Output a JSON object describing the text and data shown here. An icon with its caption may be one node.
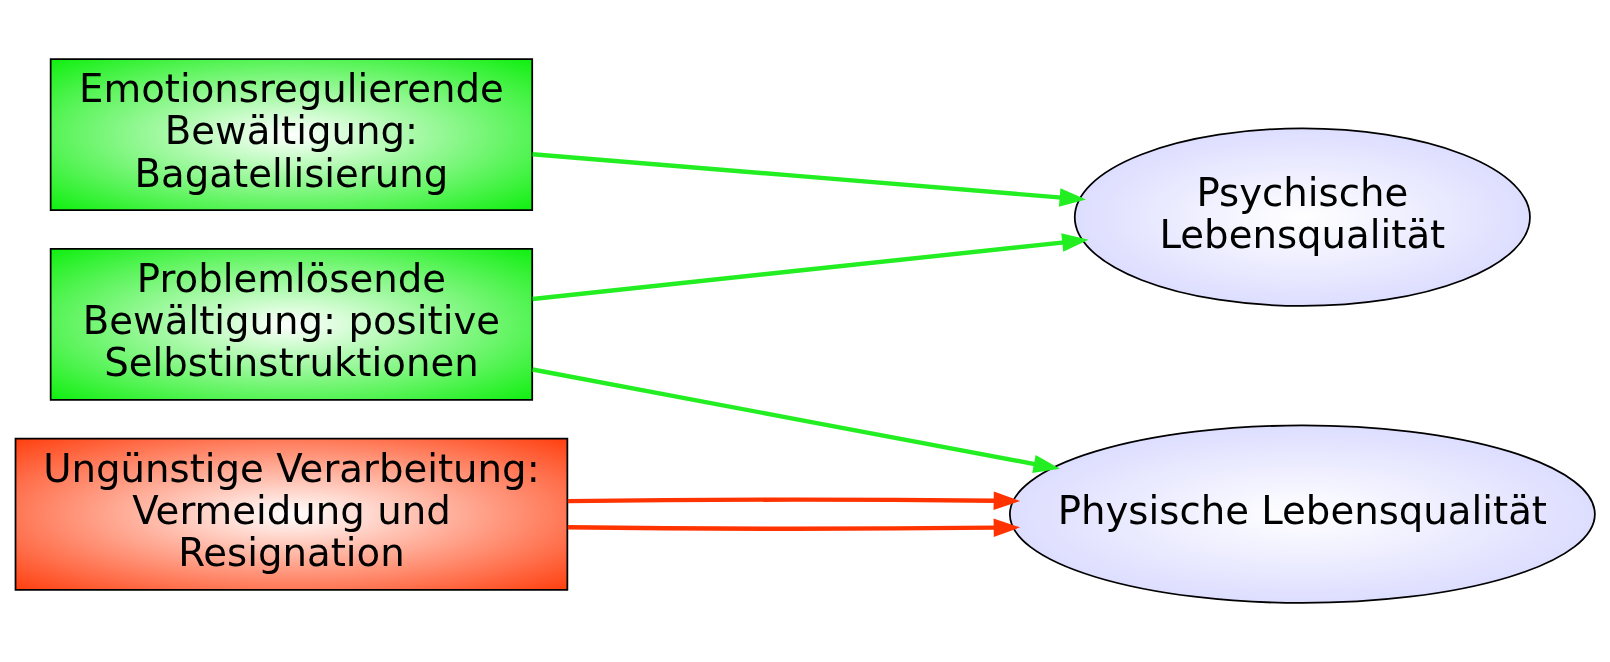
{
  "diagram": {
    "nodes": [
      {
        "text": [
          "Problemlösende Bewältigung: positive Selbstinstruktionen"
        ]
      },
      {
        "text": [
          "Emotionsregulierende Bewältigung: Bagatellisierung"
        ]
      },
      {
        "text": [
          "Ungünstige Verarbeitung: Vermeidung und Resignation"
        ]
      },
      {
        "text": [
          "Psychische Lebensqualität"
        ]
      },
      {
        "text": [
          "Physische Lebensqualität"
        ]
      }
    ],
    "edges": [
      {
        "from": 0,
        "to": 3,
        "arrow": "to"
      },
      {
        "from": 0,
        "to": 4,
        "arrow": "to"
      },
      {
        "from": 1,
        "to": 3,
        "arrow": "to"
      },
      {
        "from": 2,
        "to": 4,
        "arrow": "to",
        "color": "#ff3300"
      },
      {
        "from": 2,
        "to": 4,
        "arrow": "to",
        "color": "#ff3300"
      }
    ]
  }
}
